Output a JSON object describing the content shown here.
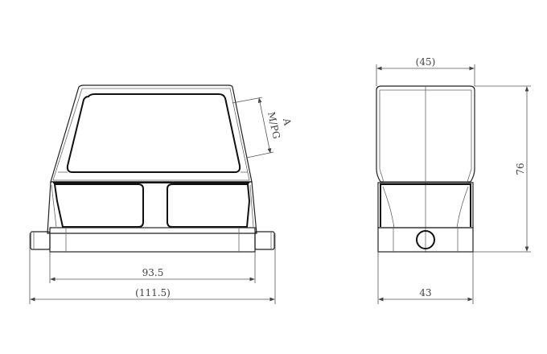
{
  "drawing": {
    "type": "technical-drawing",
    "subject": "connector hood, front and side view",
    "background": "#ffffff",
    "line_color": "#222222"
  },
  "front_view": {
    "dimensions": {
      "inner_width": "93.5",
      "overall_width": "(111.5)",
      "thread_label": "M/PG",
      "thread_callout": "A"
    }
  },
  "side_view": {
    "dimensions": {
      "top_width": "(45)",
      "bottom_width": "43",
      "height": "76"
    }
  }
}
